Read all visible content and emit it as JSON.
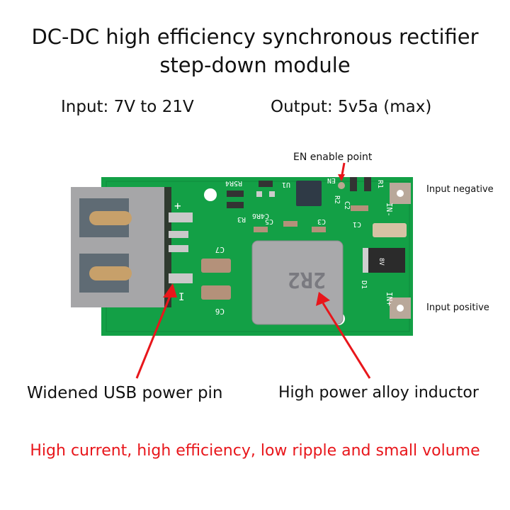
{
  "title": {
    "line1": "DC-DC high efficiency synchronous rectifier",
    "line2": "step-down module"
  },
  "specs": {
    "input": "Input: 7V to 21V",
    "output": "Output: 5v5a (max)"
  },
  "annotations": {
    "en_point": "EN enable point",
    "input_negative": "Input negative",
    "input_positive": "Input positive",
    "usb_pin": "Widened USB power pin",
    "inductor": "High power alloy inductor"
  },
  "pcb_silkscreen": {
    "inductor_marking": "2R2",
    "diode_marking": "8V",
    "labels": [
      "R5",
      "R4",
      "R3",
      "U1",
      "R6",
      "C4",
      "C5",
      "C3",
      "EN",
      "R2",
      "C2",
      "R1",
      "C1",
      "IN-",
      "IN+",
      "D1",
      "C7",
      "C6",
      "+",
      "-"
    ]
  },
  "footer": "High current, high efficiency, low ripple and small volume",
  "colors": {
    "pcb_green": "#13a046",
    "arrow_red": "#e8161b",
    "footer_red": "#e8161b"
  }
}
